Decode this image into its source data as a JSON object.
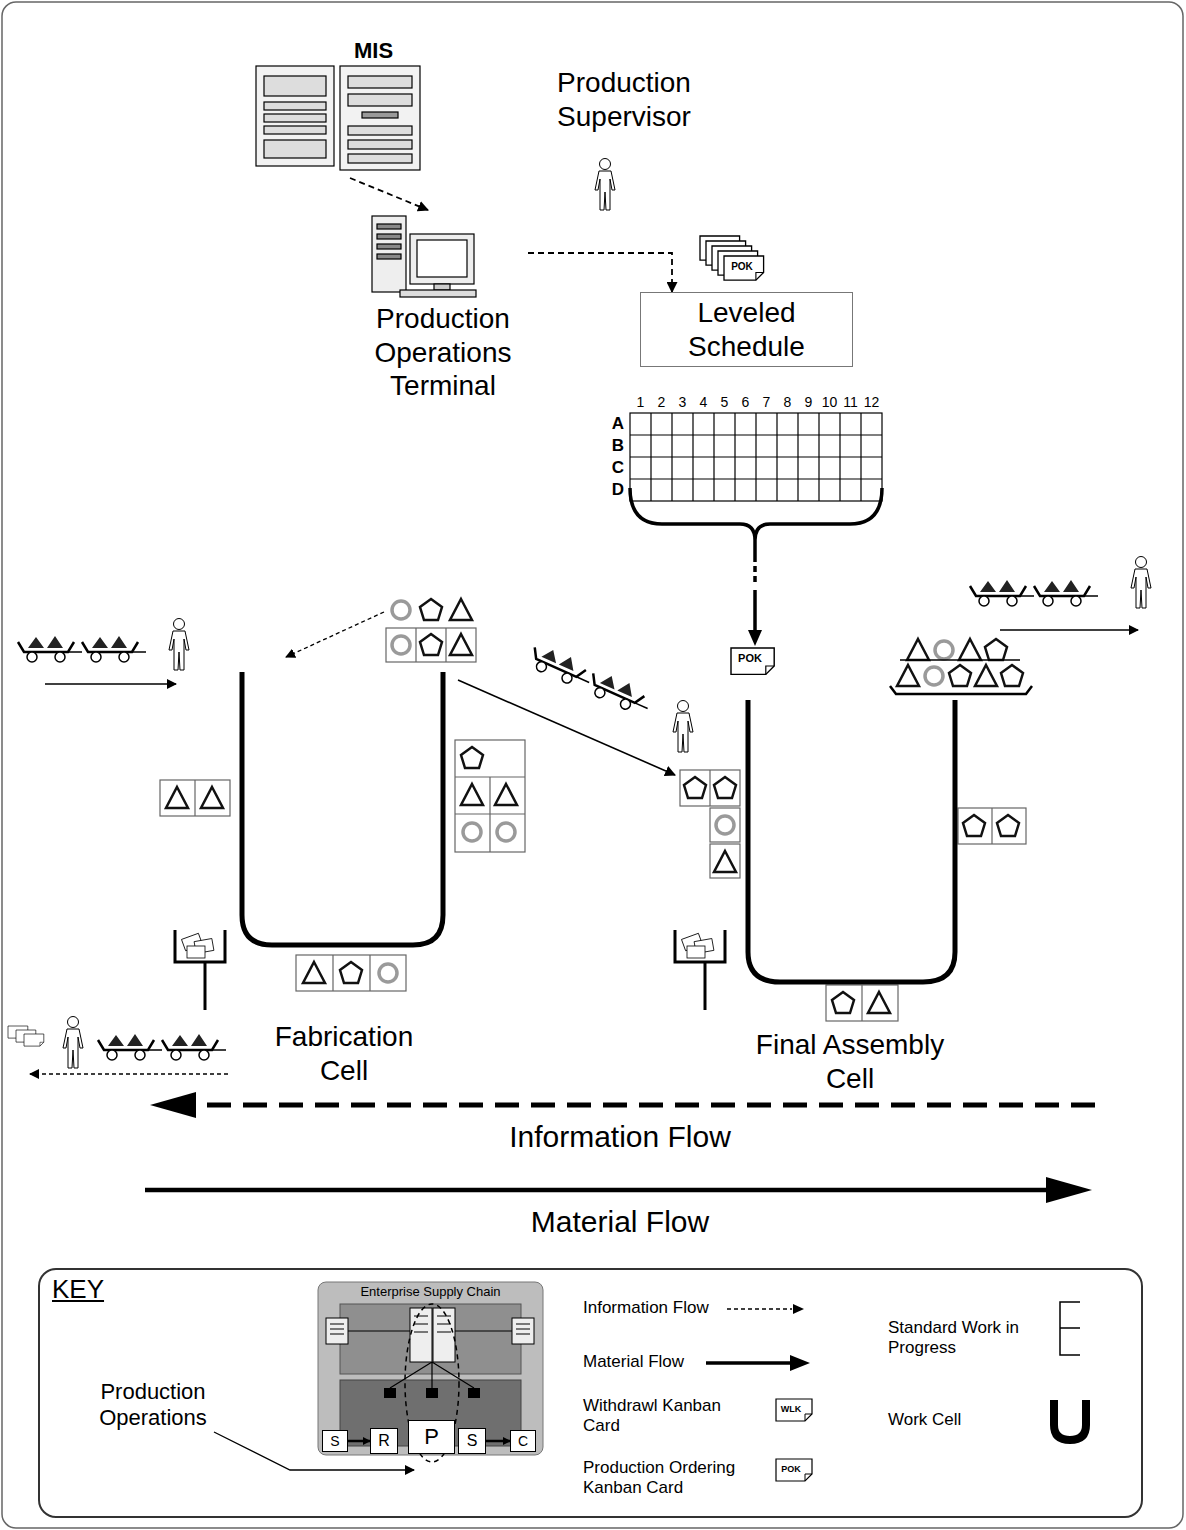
{
  "diagram": {
    "nodes": [
      {
        "text": [
          "MIS"
        ]
      },
      {
        "text": [
          "Production Supervisor"
        ]
      },
      {
        "text": [
          "Production Operations Terminal"
        ]
      },
      {
        "text": [
          "Leveled Schedule"
        ]
      },
      {
        "text": [
          "Fabrication Cell"
        ]
      },
      {
        "text": [
          "Final Assembly Cell"
        ]
      },
      {
        "text": [
          "KEY"
        ]
      },
      {
        "text": [
          "Enterprise Supply Chain"
        ],
        "in": 6
      },
      {
        "text": [
          "S"
        ],
        "in": 7
      },
      {
        "text": [
          "R"
        ],
        "in": 7
      },
      {
        "text": [
          "P"
        ],
        "in": 7
      },
      {
        "text": [
          "S"
        ],
        "in": 7
      },
      {
        "text": [
          "C"
        ],
        "in": 7
      }
    ],
    "edges": [
      {
        "from": 0,
        "to": 2,
        "arrow": "to"
      },
      {
        "from": 2,
        "to": 3,
        "arrow": "to"
      },
      {
        "from": 4,
        "to": 5,
        "arrow": "to"
      },
      {
        "from": 8,
        "to": 9,
        "arrow": "to"
      },
      {
        "from": 11,
        "to": 12,
        "arrow": "to"
      }
    ],
    "labels": [
      "POK",
      "1",
      "2",
      "3",
      "4",
      "5",
      "6",
      "7",
      "8",
      "9",
      "10",
      "11",
      "12",
      "A",
      "B",
      "C",
      "D",
      "POK",
      "Information Flow",
      "Material Flow",
      "Production Operations",
      "WLK",
      "POK"
    ],
    "legend": [
      {
        "text": "Information Flow"
      },
      {
        "text": "Material Flow"
      },
      {
        "text": "Withdrawl Kanban Card"
      },
      {
        "text": "Production Ordering Kanban Card"
      },
      {
        "text": "Standard Work in Progress"
      },
      {
        "text": "Work Cell"
      }
    ]
  }
}
